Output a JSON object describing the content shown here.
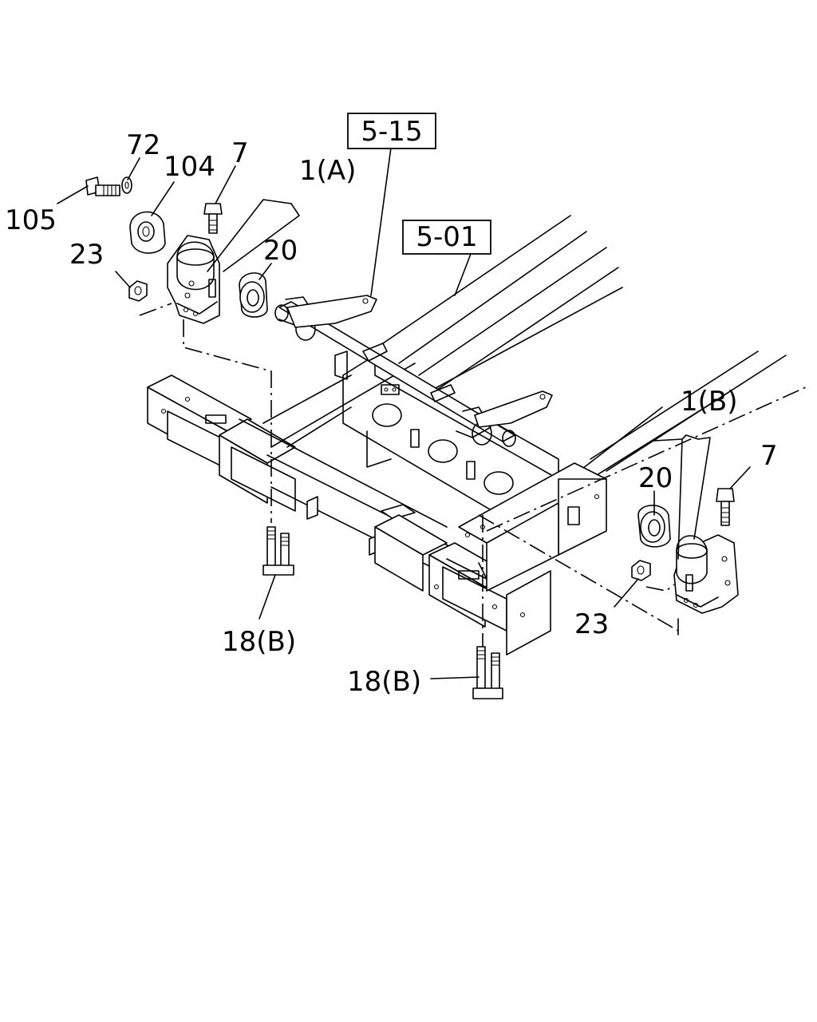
{
  "callouts": {
    "c72": "72",
    "c104": "104",
    "c7_left": "7",
    "c1a": "1(A)",
    "c105": "105",
    "c23_left": "23",
    "c20_left": "20",
    "ref_515": "5-15",
    "ref_501": "5-01",
    "c1b": "1(B)",
    "c7_right": "7",
    "c20_right": "20",
    "c23_right": "23",
    "c18b_left": "18(B)",
    "c18b_right": "18(B)"
  }
}
